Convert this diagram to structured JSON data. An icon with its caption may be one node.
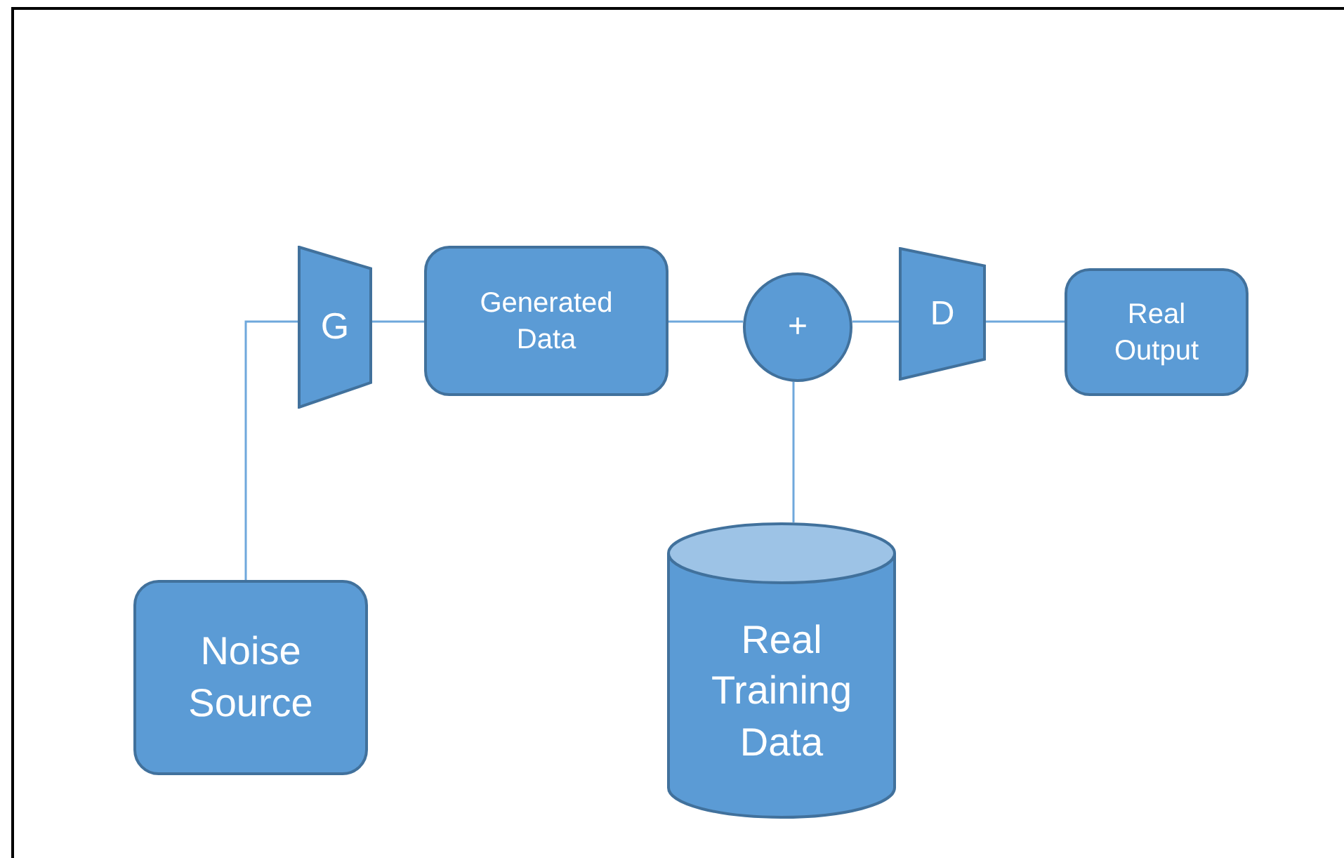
{
  "diagram": {
    "nodes": [
      {
        "text": [
          "Noise Source"
        ]
      },
      {
        "text": [
          "G"
        ]
      },
      {
        "text": [
          "Generated Data"
        ]
      },
      {
        "text": [
          "+"
        ]
      },
      {
        "text": [
          "D"
        ]
      },
      {
        "text": [
          "Real Output"
        ]
      },
      {
        "text": [
          "Real Training Data"
        ]
      }
    ],
    "edges": [
      {
        "from": 0,
        "to": 1,
        "arrow": "none"
      },
      {
        "from": 1,
        "to": 2,
        "arrow": "none"
      },
      {
        "from": 2,
        "to": 3,
        "arrow": "none"
      },
      {
        "from": 3,
        "to": 4,
        "arrow": "none"
      },
      {
        "from": 4,
        "to": 5,
        "arrow": "none"
      },
      {
        "from": 6,
        "to": 3,
        "arrow": "none"
      }
    ]
  }
}
